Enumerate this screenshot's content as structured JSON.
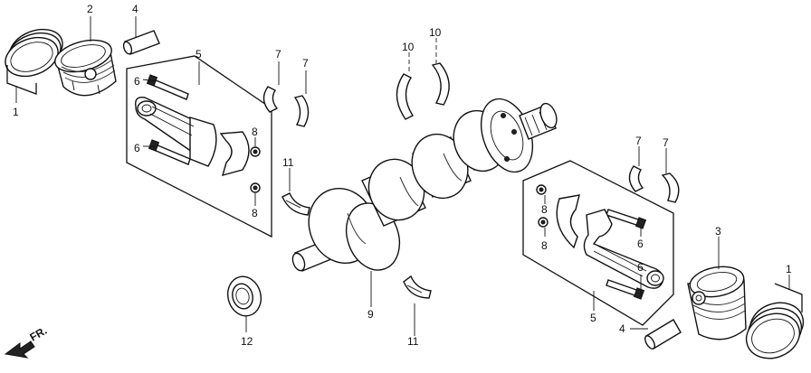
{
  "diagram": {
    "labels": {
      "1": "1",
      "2": "2",
      "3": "3",
      "4": "4",
      "5": "5",
      "6": "6",
      "7": "7",
      "8": "8",
      "9": "9",
      "10": "10",
      "11": "11",
      "12": "12"
    },
    "direction": "FR."
  }
}
